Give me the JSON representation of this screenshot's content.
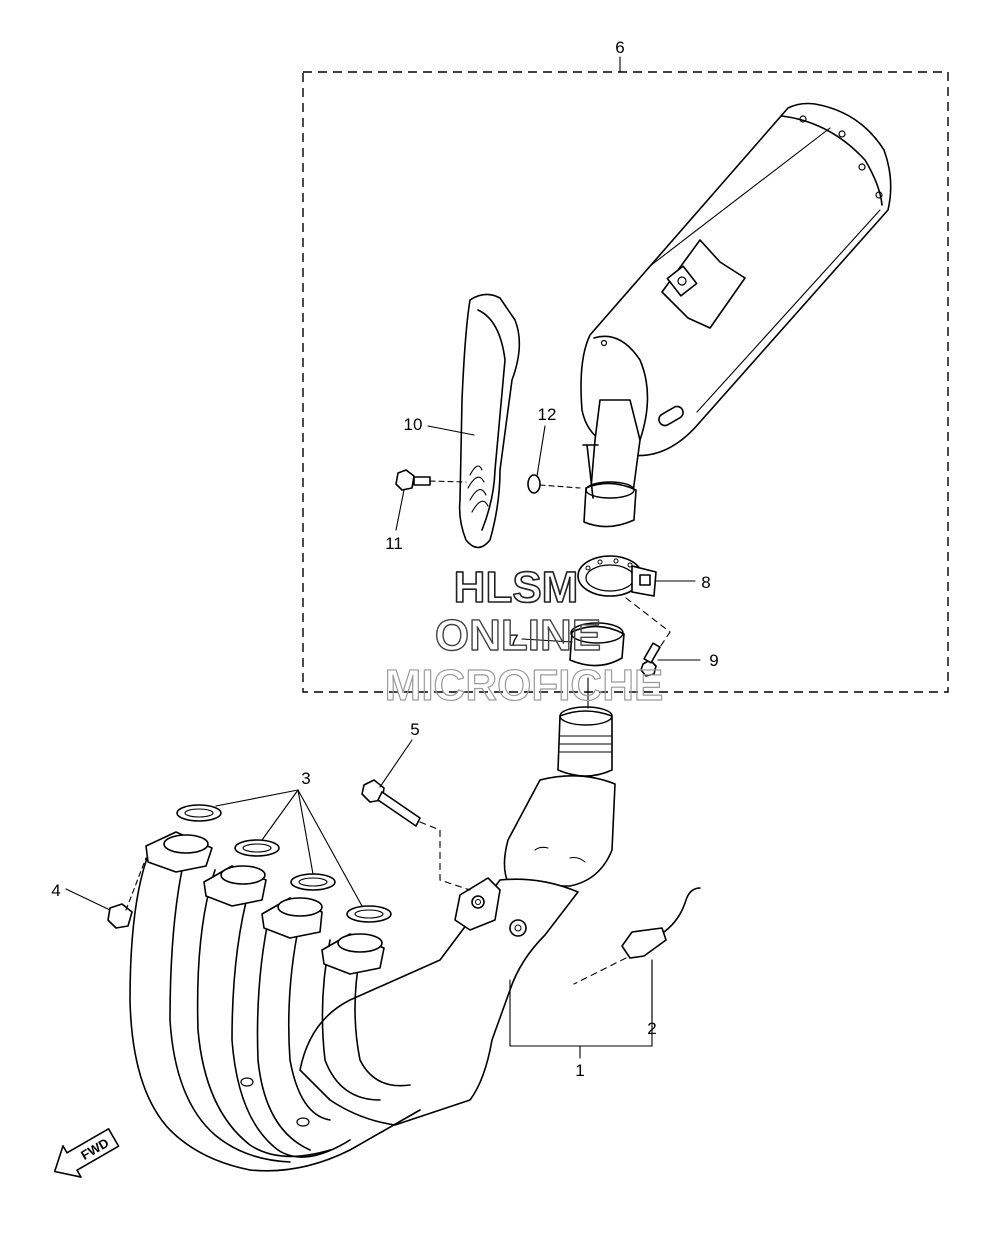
{
  "callouts": {
    "c1": "1",
    "c2": "2",
    "c3": "3",
    "c4": "4",
    "c5": "5",
    "c6": "6",
    "c7": "7",
    "c8": "8",
    "c9": "9",
    "c10": "10",
    "c11": "11",
    "c12": "12"
  },
  "watermark": {
    "line1": "HLSM",
    "line2": "ONLINE",
    "line3": "MICROFICHE"
  },
  "direction_badge": "FWD",
  "colors": {
    "line": "#000000",
    "watermark_stroke": "#9a9a9a",
    "background": "#ffffff"
  }
}
